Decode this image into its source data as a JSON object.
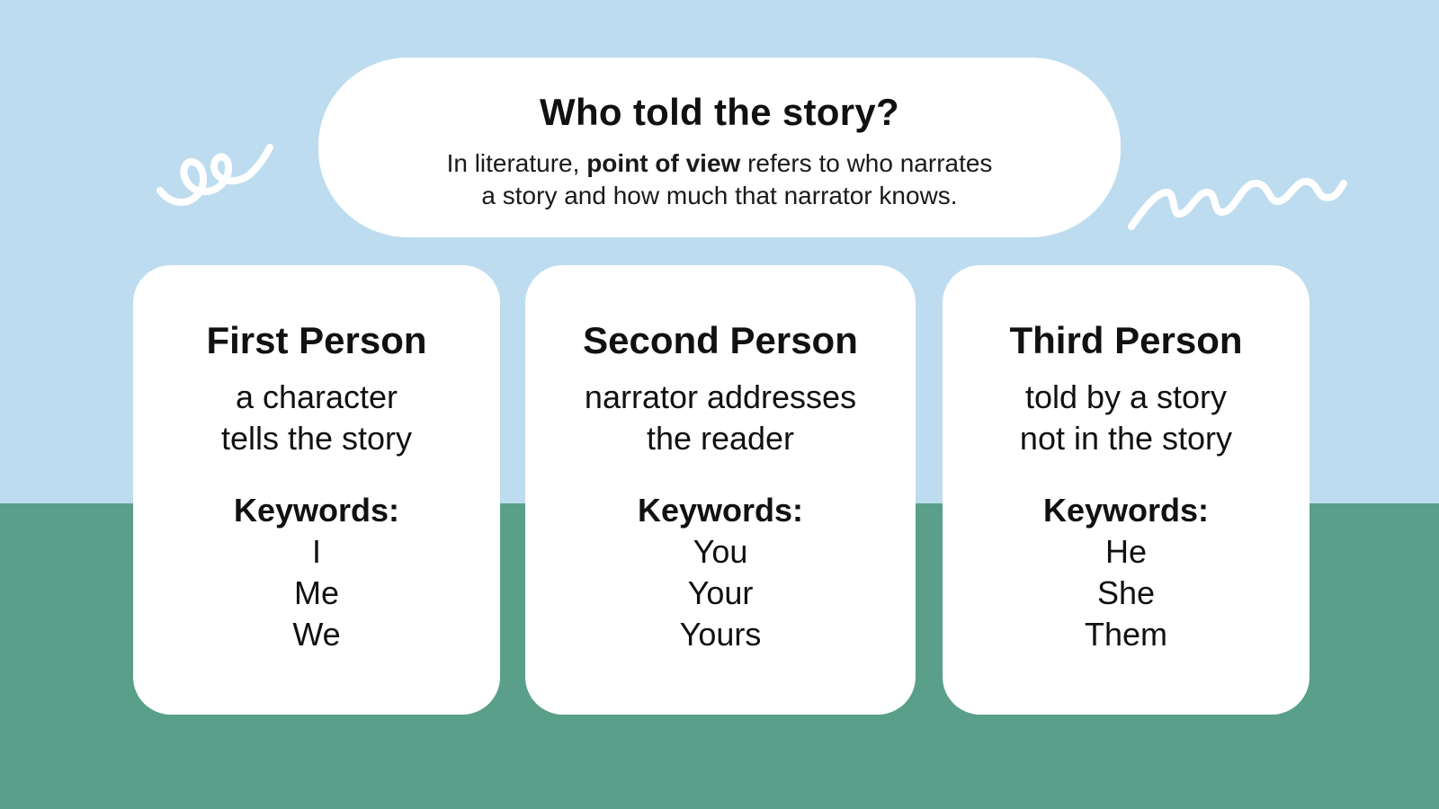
{
  "header": {
    "title": "Who told the story?",
    "desc_pre": "In literature, ",
    "desc_bold": "point of view",
    "desc_post": " refers to who narrates",
    "desc_line2": "a story and how much that narrator knows."
  },
  "cards": [
    {
      "title": "First Person",
      "desc1": "a character",
      "desc2": "tells the story",
      "keywords_label": "Keywords:",
      "keywords": [
        "I",
        "Me",
        "We"
      ]
    },
    {
      "title": "Second Person",
      "desc1": "narrator addresses",
      "desc2": "the reader",
      "keywords_label": "Keywords:",
      "keywords": [
        "You",
        "Your",
        "Yours"
      ]
    },
    {
      "title": "Third Person",
      "desc1": "told by a story",
      "desc2": "not in the story",
      "keywords_label": "Keywords:",
      "keywords": [
        "He",
        "She",
        "Them"
      ]
    }
  ],
  "colors": {
    "sky": "#bddcef",
    "ground": "#599f89",
    "card": "#ffffff"
  }
}
